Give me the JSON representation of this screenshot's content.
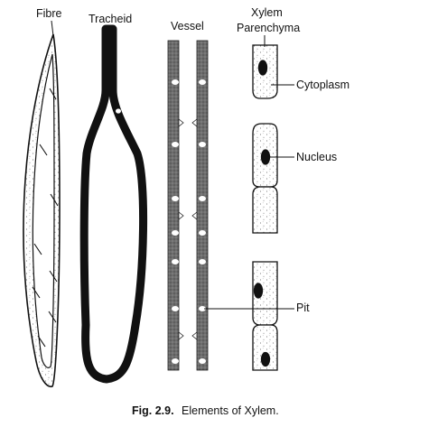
{
  "labels": {
    "fibre": "Fibre",
    "tracheid": "Tracheid",
    "vessel": "Vessel",
    "xylem_parenchyma_line1": "Xylem",
    "xylem_parenchyma_line2": "Parenchyma",
    "cytoplasm": "Cytoplasm",
    "nucleus": "Nucleus",
    "pit": "Pit"
  },
  "caption": {
    "number": "Fig. 2.9.",
    "text": "Elements of Xylem."
  }
}
